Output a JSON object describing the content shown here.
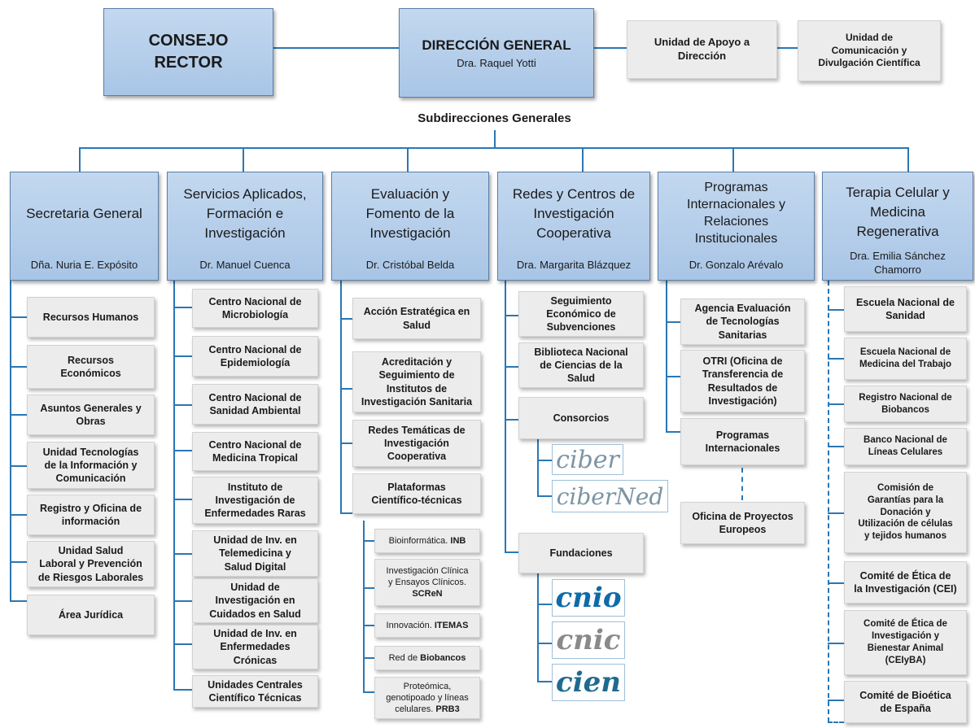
{
  "consejo": "CONSEJO\nRECTOR",
  "direccion": {
    "title": "DIRECCIÓN GENERAL",
    "name": "Dra. Raquel Yotti"
  },
  "apoyo": "Unidad de Apoyo a\nDirección",
  "comunicacion": "Unidad de\nComunicación y\nDivulgación Científica",
  "subdirecciones_label": "Subdirecciones Generales",
  "columns": [
    {
      "title": "Secretaria General",
      "name": "Dña. Nuria E. Expósito",
      "items": [
        "Recursos Humanos",
        "Recursos\nEconómicos",
        "Asuntos Generales y\nObras",
        "Unidad Tecnologías\nde la Información y\nComunicación",
        "Registro y Oficina de\ninformación",
        "Unidad Salud\nLaboral y Prevención\nde Riesgos Laborales",
        "Área Jurídica"
      ]
    },
    {
      "title": "Servicios Aplicados,\nFormación e\nInvestigación",
      "name": "Dr. Manuel Cuenca",
      "items": [
        "Centro Nacional de\nMicrobiología",
        "Centro Nacional de\nEpidemiología",
        "Centro Nacional de\nSanidad Ambiental",
        "Centro Nacional de\nMedicina Tropical",
        "Instituto de\nInvestigación de\nEnfermedades Raras",
        "Unidad de Inv. en\nTelemedicina y\nSalud Digital",
        "Unidad de\nInvestigación en\nCuidados en Salud",
        "Unidad de Inv. en\nEnfermedades\nCrónicas",
        "Unidades Centrales\nCientífico Técnicas"
      ]
    },
    {
      "title": "Evaluación y\nFomento de la\nInvestigación",
      "name": "Dr. Cristóbal Belda",
      "items": [
        "Acción Estratégica en\nSalud",
        "Acreditación y\nSeguimiento de\nInstitutos de\nInvestigación Sanitaria",
        "Redes Temáticas de\nInvestigación\nCooperativa",
        "Plataformas\nCientífico-técnicas"
      ],
      "sub_items": [
        {
          "text": "Bioinformática. ",
          "bold": "INB"
        },
        {
          "text": "Investigación Clínica\ny Ensayos Clínicos.\n",
          "bold": "SCReN"
        },
        {
          "text": "Innovación. ",
          "bold": "ITEMAS"
        },
        {
          "text": "Red de ",
          "bold": "Biobancos"
        },
        {
          "text": "Proteómica,\ngenotipoado y líneas\ncelulares. ",
          "bold": "PRB3"
        }
      ]
    },
    {
      "title": "Redes y Centros de\nInvestigación\nCooperativa",
      "name": "Dra. Margarita Blázquez",
      "items": [
        "Seguimiento\nEconómico de\nSubvenciones",
        "Biblioteca Nacional\nde Ciencias de la\nSalud",
        "Consorcios",
        "Fundaciones"
      ],
      "logos": [
        "ciber",
        "ciberNed",
        "cnio",
        "cnic",
        "cien"
      ]
    },
    {
      "title": "Programas\nInternacionales y\nRelaciones\nInstitucionales",
      "name": "Dr. Gonzalo Arévalo",
      "items": [
        "Agencia Evaluación\nde Tecnologías\nSanitarias",
        "OTRI (Oficina de\nTransferencia de\nResultados de\nInvestigación)",
        "Programas\nInternacionales",
        "Oficina de Proyectos\nEuropeos"
      ]
    },
    {
      "title": "Terapia Celular y\nMedicina\nRegenerativa",
      "name": "Dra. Emilia Sánchez\nChamorro",
      "items": [
        "Escuela Nacional de\nSanidad",
        "Escuela Nacional de\nMedicina del Trabajo",
        "Registro Nacional de\nBiobancos",
        "Banco Nacional de\nLíneas Celulares",
        "Comisión de\nGarantías para la\nDonación y\nUtilización de células\ny tejidos humanos",
        "Comité de Ética de\nla Investigación (CEI)",
        "Comité de Ética de\nInvestigación y\nBienestar Animal\n(CEIyBA)",
        "Comité de Bioética\nde España"
      ]
    }
  ]
}
